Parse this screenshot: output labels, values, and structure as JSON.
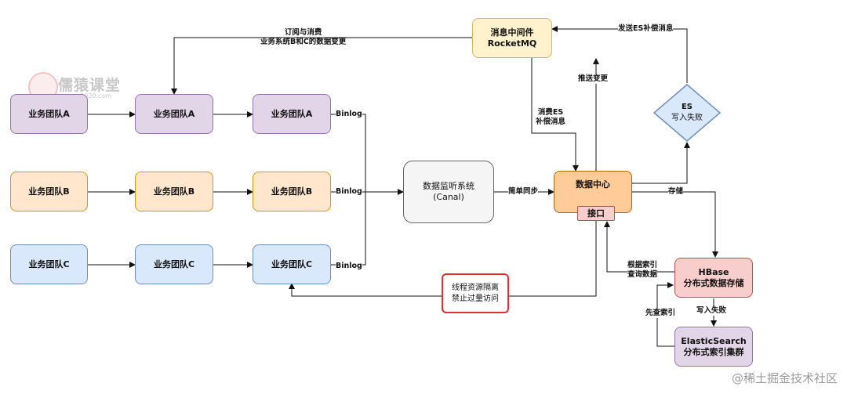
{
  "watermark": {
    "brand": "儒猿课堂",
    "site": "ruyuan2020.com"
  },
  "teams": {
    "a": [
      "业务团队A",
      "业务团队A",
      "业务团队A"
    ],
    "b": [
      "业务团队B",
      "业务团队B",
      "业务团队B"
    ],
    "c": [
      "业务团队C",
      "业务团队C",
      "业务团队C"
    ]
  },
  "binlog": [
    "Binlog",
    "Binlog",
    "Binlog"
  ],
  "canal": {
    "line1": "数据监听系统",
    "line2": "(Canal)"
  },
  "mq": {
    "line1": "消息中间件",
    "line2": "RocketMQ"
  },
  "center": {
    "title": "数据中心",
    "interface": "接口"
  },
  "es_fail": {
    "line1": "ES",
    "line2": "写入失败"
  },
  "hbase": {
    "line1": "HBase",
    "line2": "分布式数据存储"
  },
  "elastic": {
    "line1": "ElasticSearch",
    "line2": "分布式索引集群"
  },
  "isolation": {
    "line1": "线程资源隔离",
    "line2": "禁止过量访问"
  },
  "edge_labels": {
    "subscribe": {
      "line1": "订阅与消费",
      "line2": "业务系统B和C的数据变更"
    },
    "send_es": "发送ES补偿消息",
    "push_change": "推送变更",
    "consume_es": {
      "line1": "消费ES",
      "line2": "补偿消息"
    },
    "simple_sync": "简单同步",
    "store": "存储",
    "query": {
      "line1": "根据索引",
      "line2": "查询数据"
    },
    "lookup_index": "先查索引",
    "write_fail": "写入失败"
  },
  "footer": "@稀土掘金技术社区"
}
